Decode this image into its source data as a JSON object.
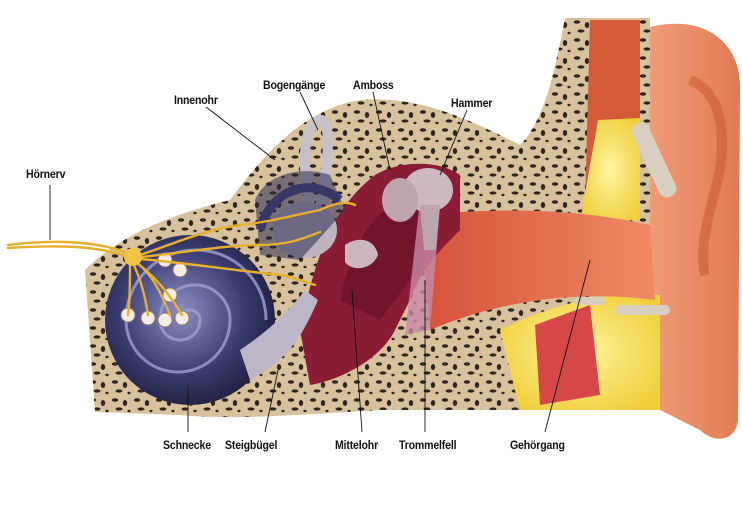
{
  "labels": {
    "innenohr": "Innenohr",
    "bogengaenge": "Bogengänge",
    "amboss": "Amboss",
    "hammer": "Hammer",
    "hoernerv": "Hörnerv",
    "schnecke": "Schnecke",
    "steigbuegel": "Steigbügel",
    "mittelohr": "Mittelohr",
    "trommelfell": "Trommelfell",
    "gehoergang": "Gehörgang"
  },
  "colors": {
    "bone": "#d9c3a0",
    "bone_dark": "#3a2e22",
    "skin": "#e8835f",
    "skin_light": "#f3a882",
    "fat": "#f5e36a",
    "cochlea": "#2e2f5a",
    "nerve": "#e8b431",
    "middle_ear": "#8b1c35",
    "ossicle": "#c9b3bd",
    "canal": "#e0633f"
  }
}
